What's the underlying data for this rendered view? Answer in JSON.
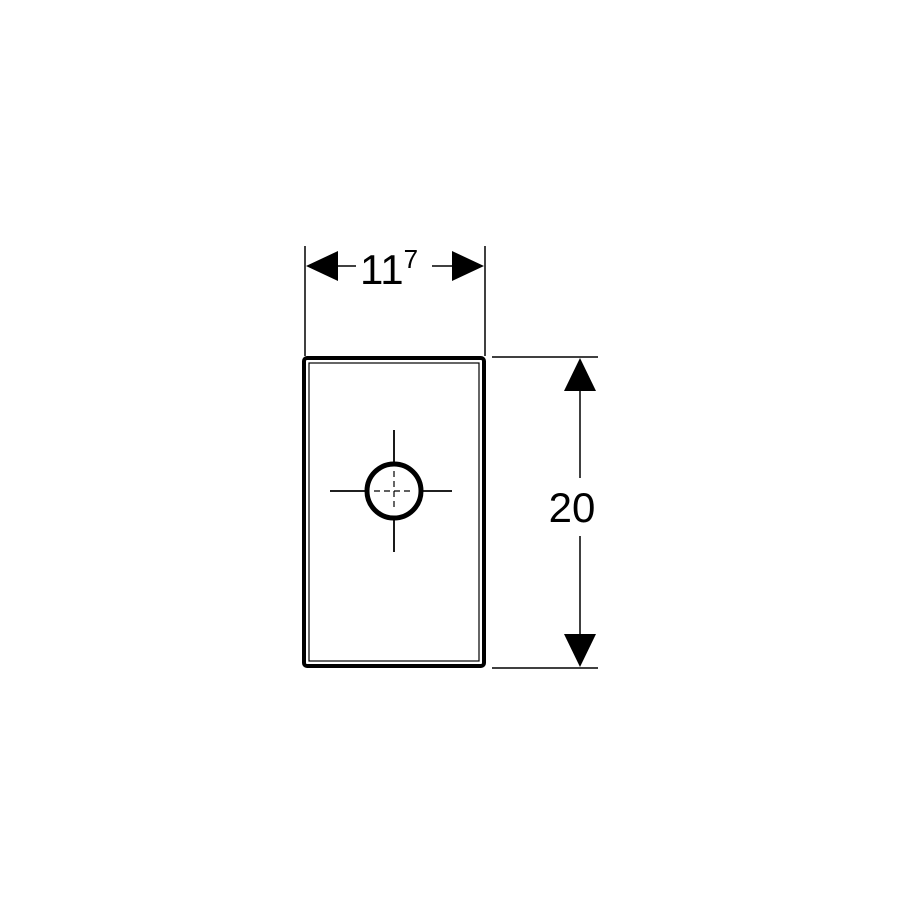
{
  "drawing": {
    "width_label": {
      "main": "11",
      "superscript": "7"
    },
    "height_label": "20",
    "line_color": "#000000",
    "background_color": "#ffffff"
  }
}
